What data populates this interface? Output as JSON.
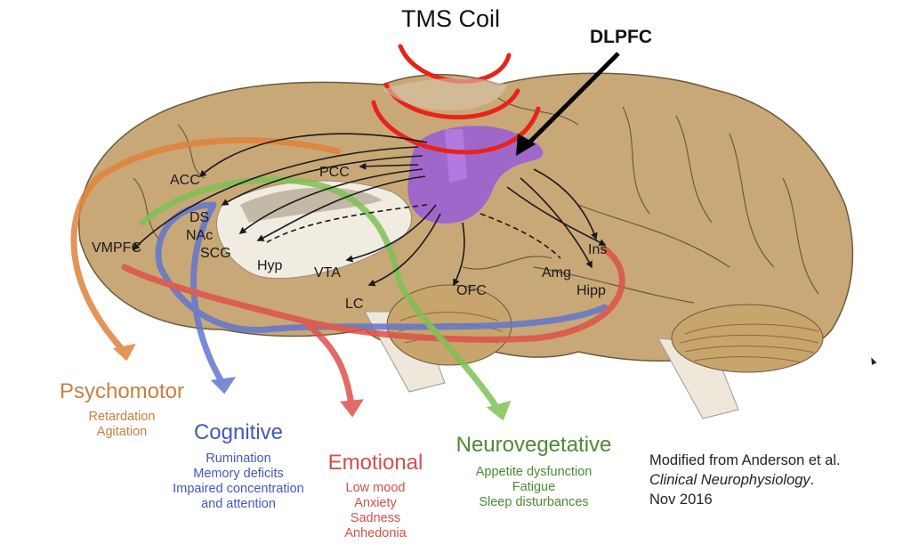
{
  "title": "TMS Coil",
  "target_label": "DLPFC",
  "colors": {
    "brain": "#c9a877",
    "brain_outline": "#6b5a3e",
    "dlpfc": "#9b5fd4",
    "coil": "#e8231b",
    "psychomotor": "#d9823b",
    "cognitive": "#5468c9",
    "emotional": "#d9504a",
    "neurovegetative": "#5f9a3c"
  },
  "regions": [
    {
      "id": "acc",
      "label": "ACC"
    },
    {
      "id": "pcc",
      "label": "PCC"
    },
    {
      "id": "ds",
      "label": "DS"
    },
    {
      "id": "nac",
      "label": "NAc"
    },
    {
      "id": "vmpfc",
      "label": "VMPFC"
    },
    {
      "id": "scg",
      "label": "SCG"
    },
    {
      "id": "hyp",
      "label": "Hyp"
    },
    {
      "id": "vta",
      "label": "VTA"
    },
    {
      "id": "lc",
      "label": "LC"
    },
    {
      "id": "ofc",
      "label": "OFC"
    },
    {
      "id": "amg",
      "label": "Amg"
    },
    {
      "id": "ins",
      "label": "Ins"
    },
    {
      "id": "hipp",
      "label": "Hipp"
    }
  ],
  "categories": [
    {
      "id": "psychomotor",
      "heading": "Psychomotor",
      "items": [
        "Retardation",
        "Agitation"
      ]
    },
    {
      "id": "cognitive",
      "heading": "Cognitive",
      "items": [
        "Rumination",
        "Memory deficits",
        "Impaired concentration",
        "and attention"
      ]
    },
    {
      "id": "emotional",
      "heading": "Emotional",
      "items": [
        "Low mood",
        "Anxiety",
        "Sadness",
        "Anhedonia"
      ]
    },
    {
      "id": "neurovegetative",
      "heading": "Neurovegetative",
      "items": [
        "Appetite dysfunction",
        "Fatigue",
        "Sleep disturbances"
      ]
    }
  ],
  "citation": {
    "line1": "Modified from Anderson et al.",
    "line2": "Clinical Neurophysiology",
    "line2_suffix": ".",
    "line3": "Nov 2016"
  }
}
